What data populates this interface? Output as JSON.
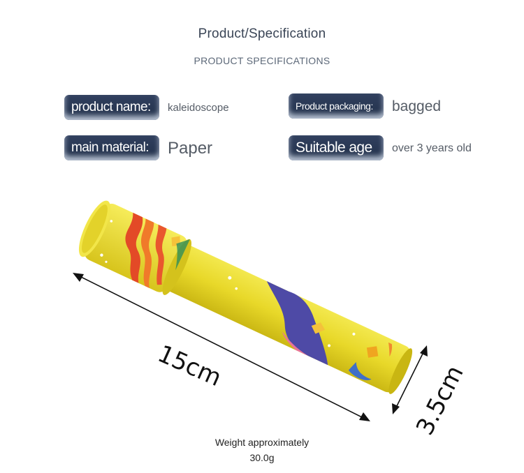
{
  "header": {
    "title": "Product/Specification",
    "subtitle": "PRODUCT SPECIFICATIONS"
  },
  "specs": {
    "product_name": {
      "label": "product name:",
      "value": "kaleidoscope"
    },
    "product_packaging": {
      "label": "Product packaging:",
      "value": "bagged"
    },
    "main_material": {
      "label": "main material:",
      "value": "Paper"
    },
    "suitable_age": {
      "label": "Suitable age",
      "value": "over 3 years old"
    }
  },
  "dimensions": {
    "length": "15cm",
    "diameter": "3.5cm"
  },
  "weight": {
    "label": "Weight approximately",
    "value": "30.0g"
  },
  "colors": {
    "label_bg": "#263553",
    "tube_yellow": "#efe03a",
    "text_dark": "#3a4556"
  }
}
